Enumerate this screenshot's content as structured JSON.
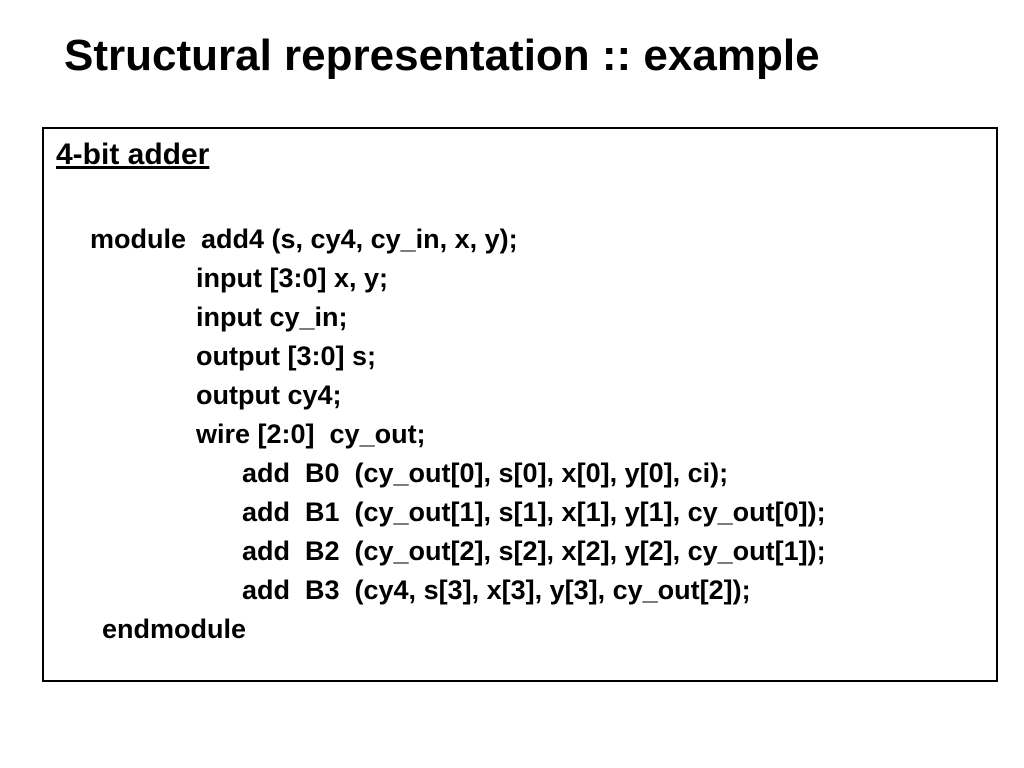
{
  "slide": {
    "title": "Structural representation :: example"
  },
  "box": {
    "heading": "4-bit adder",
    "lines": {
      "module_decl": "module  add4 (s, cy4, cy_in, x, y);",
      "input_xy": "input [3:0] x, y;",
      "input_cyin": "input cy_in;",
      "output_s": "output [3:0] s;",
      "output_cy4": "output cy4;",
      "wire_cyout": "wire [2:0]  cy_out;",
      "add_b0": "add  B0  (cy_out[0], s[0], x[0], y[0], ci);",
      "add_b1": "add  B1  (cy_out[1], s[1], x[1], y[1], cy_out[0]);",
      "add_b2": "add  B2  (cy_out[2], s[2], x[2], y[2], cy_out[1]);",
      "add_b3": "add  B3  (cy4, s[3], x[3], y[3], cy_out[2]);",
      "endmodule": "endmodule"
    }
  }
}
